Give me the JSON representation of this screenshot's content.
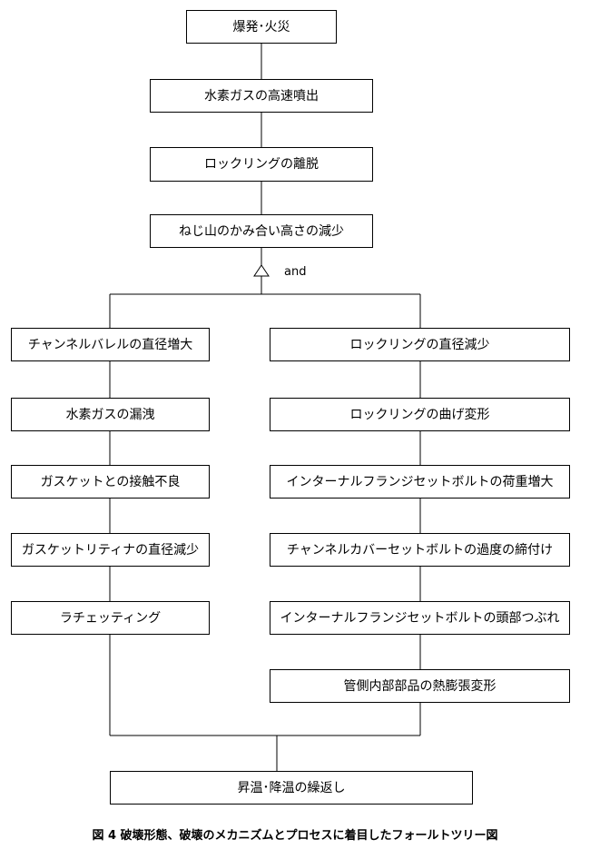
{
  "nodes": {
    "top": "爆発･火災",
    "n2": "水素ガスの高速噴出",
    "n3": "ロックリングの離脱",
    "n4": "ねじ山のかみ合い高さの減少",
    "left": [
      "チャンネルバレルの直径増大",
      "水素ガスの漏洩",
      "ガスケットとの接触不良",
      "ガスケットリティナの直径減少",
      "ラチェッティング"
    ],
    "right": [
      "ロックリングの直径減少",
      "ロックリングの曲げ変形",
      "インターナルフランジセットボルトの荷重増大",
      "チャンネルカバーセットボルトの過度の締付け",
      "インターナルフランジセットボルトの頭部つぶれ",
      "管側内部部品の熱膨張変形"
    ],
    "bottom": "昇温･降温の繰返し"
  },
  "gate_label": "and",
  "caption": "図 4   破壊形態、破壊のメカニズムとプロセスに着目したフォールトツリー図"
}
